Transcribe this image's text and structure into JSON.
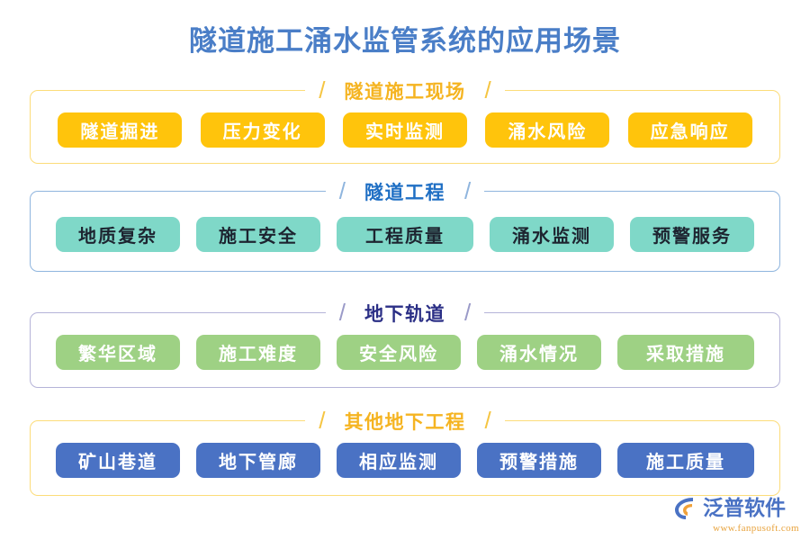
{
  "page": {
    "title": "隧道施工涌水监管系统的应用场景",
    "title_color": "#4a7ec7"
  },
  "sections": [
    {
      "title": "隧道施工现场",
      "slash_left": "/",
      "slash_right": "/",
      "border_color": "#fcdc7a",
      "title_color": "#f5b421",
      "chip_bg": "#ffc40c",
      "chip_text_color": "#ffffff",
      "chips": [
        {
          "label": "隧道掘进"
        },
        {
          "label": "压力变化"
        },
        {
          "label": "实时监测"
        },
        {
          "label": "涌水风险"
        },
        {
          "label": "应急响应"
        }
      ]
    },
    {
      "title": "隧道工程",
      "slash_left": "/",
      "slash_right": "/",
      "border_color": "#8fb5de",
      "title_color": "#1f6fc4",
      "chip_bg": "#7fd8c8",
      "chip_text_color": "#1d2430",
      "chips": [
        {
          "label": "地质复杂"
        },
        {
          "label": "施工安全"
        },
        {
          "label": "工程质量"
        },
        {
          "label": "涌水监测"
        },
        {
          "label": "预警服务"
        }
      ]
    },
    {
      "title": "地下轨道",
      "slash_left": "/",
      "slash_right": "/",
      "border_color": "#b5b3d8",
      "title_color": "#2b2f86",
      "chip_bg": "#9ed184",
      "chip_text_color": "#ffffff",
      "chips": [
        {
          "label": "繁华区域"
        },
        {
          "label": "施工难度"
        },
        {
          "label": "安全风险"
        },
        {
          "label": "涌水情况"
        },
        {
          "label": "采取措施"
        }
      ]
    },
    {
      "title": "其他地下工程",
      "slash_left": "/",
      "slash_right": "/",
      "border_color": "#fcdc7a",
      "title_color": "#f5b421",
      "chip_bg": "#4a72c4",
      "chip_text_color": "#ffffff",
      "chips": [
        {
          "label": "矿山巷道"
        },
        {
          "label": "地下管廊"
        },
        {
          "label": "相应监测"
        },
        {
          "label": "预警措施"
        },
        {
          "label": "施工质量"
        }
      ]
    }
  ],
  "logo": {
    "name": "泛普软件",
    "url": "www.fanpusoft.com",
    "mark_color": "#4a72c4",
    "accent_color": "#f0a13a",
    "url_color": "#e8a33d"
  }
}
